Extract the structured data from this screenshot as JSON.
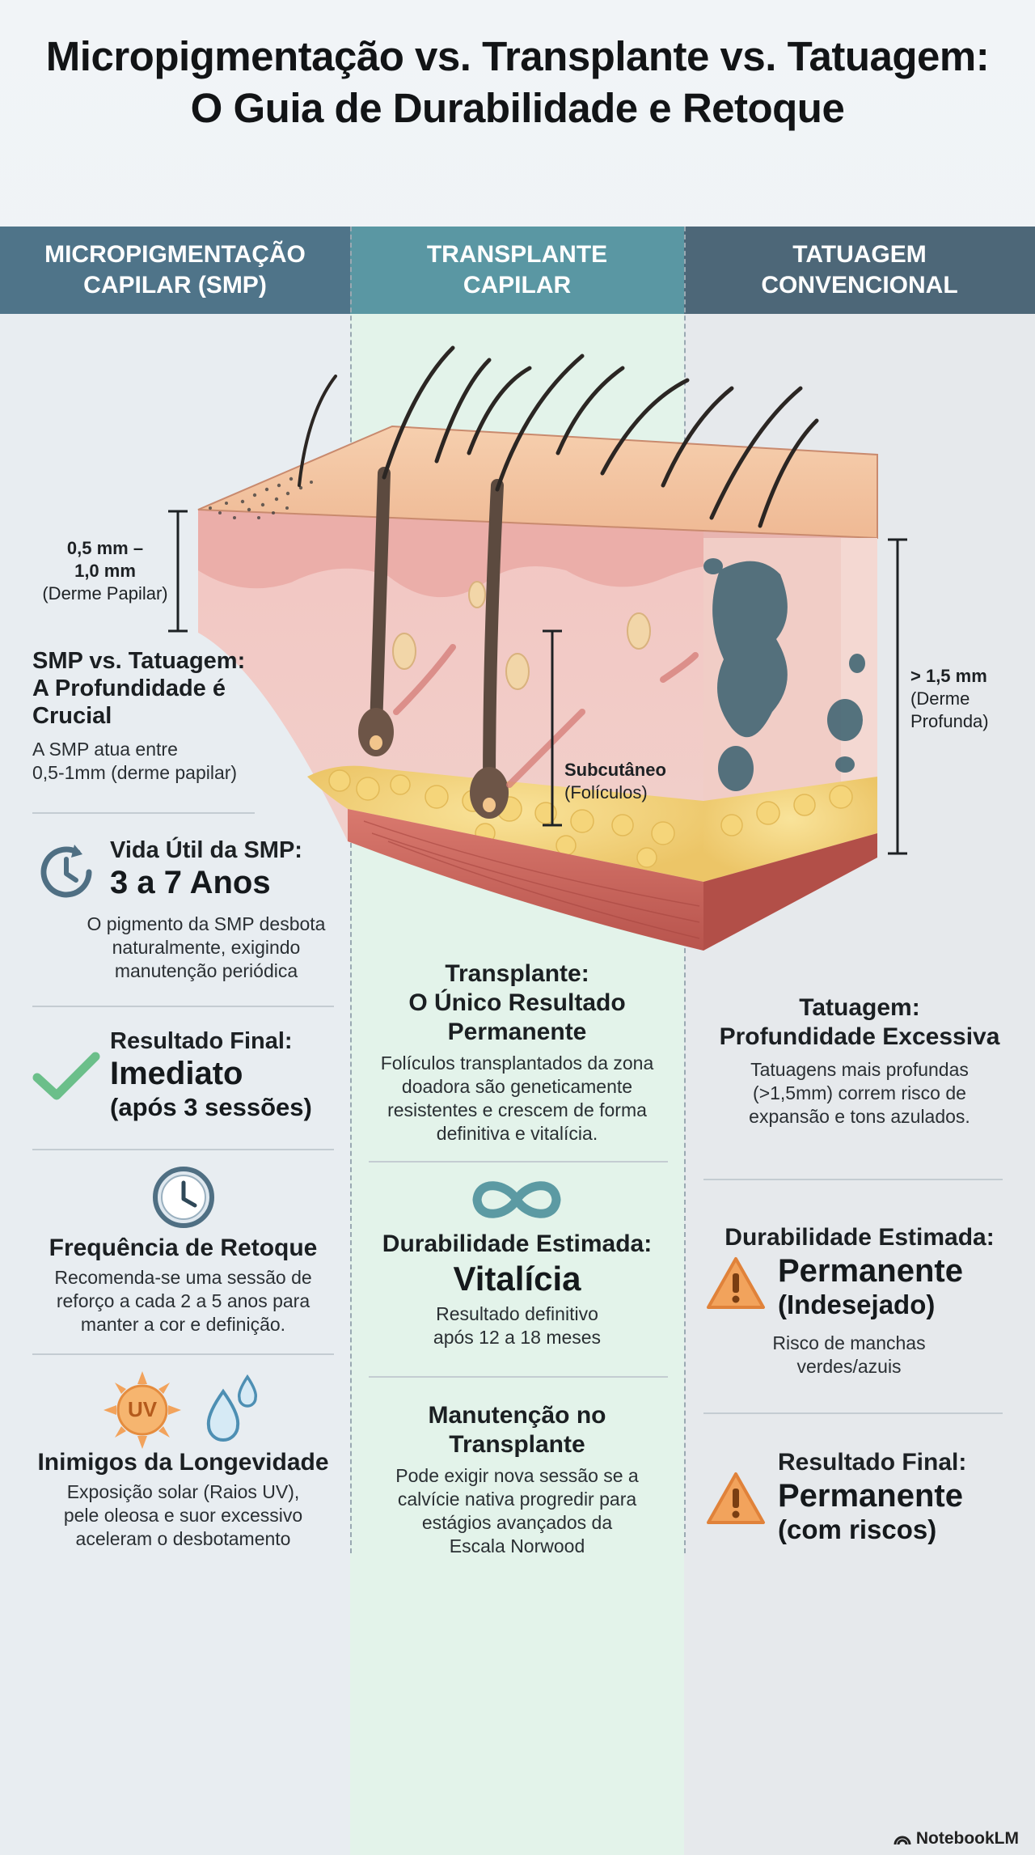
{
  "title": {
    "line1": "Micropigmentação vs. Transplante vs. Tatuagem:",
    "line2": "O Guia de Durabilidade e Retoque"
  },
  "headers": {
    "smp": {
      "line1": "MICROPIGMENTAÇÃO",
      "line2": "CAPILAR (SMP)"
    },
    "transplant": {
      "line1": "TRANSPLANTE",
      "line2": "CAPILAR"
    },
    "tattoo": {
      "line1": "TATUAGEM",
      "line2": "CONVENCIONAL"
    }
  },
  "diagram": {
    "smp_depth": {
      "line1": "0,5 mm –",
      "line2": "1,0 mm",
      "line3": "(Derme Papilar)"
    },
    "transplant_depth": {
      "line1": "Subcutâneo",
      "line2": "(Folículos)"
    },
    "tattoo_depth": {
      "line1": "> 1,5 mm",
      "line2": "(Derme",
      "line3": "Profunda)"
    }
  },
  "smp": {
    "depth_section": {
      "title_l1": "SMP vs. Tatuagem:",
      "title_l2": "A Profundidade é",
      "title_l3": "Crucial",
      "text_l1": "A SMP atua entre",
      "text_l2": "0,5-1mm (derme papilar)"
    },
    "lifespan": {
      "label": "Vida Útil da SMP:",
      "value": "3 a 7 Anos",
      "text_l1": "O pigmento da SMP desbota",
      "text_l2": "naturalmente, exigindo",
      "text_l3": "manutenção periódica"
    },
    "result": {
      "label": "Resultado Final:",
      "value": "Imediato",
      "sub": "(após 3 sessões)"
    },
    "retouch": {
      "title": "Frequência de Retoque",
      "text_l1": "Recomenda-se uma sessão de",
      "text_l2": "reforço a cada 2 a 5 anos para",
      "text_l3": "manter a cor e definição."
    },
    "enemies": {
      "uv_badge": "UV",
      "title": "Inimigos da Longevidade",
      "text_l1": "Exposição solar (Raios UV),",
      "text_l2": "pele oleosa e suor excessivo",
      "text_l3": "aceleram o desbotamento"
    }
  },
  "transplant": {
    "permanent": {
      "title_l1": "Transplante:",
      "title_l2": "O Único Resultado",
      "title_l3": "Permanente",
      "text_l1": "Folículos transplantados da zona",
      "text_l2": "doadora são geneticamente",
      "text_l3": "resistentes e crescem de forma",
      "text_l4": "definitiva e vitalícia."
    },
    "durability": {
      "label": "Durabilidade Estimada:",
      "value": "Vitalícia",
      "text_l1": "Resultado definitivo",
      "text_l2": "após 12 a 18 meses"
    },
    "maintenance": {
      "title_l1": "Manutenção no",
      "title_l2": "Transplante",
      "text_l1": "Pode exigir nova sessão se a",
      "text_l2": "calvície nativa progredir para",
      "text_l3": "estágios avançados da",
      "text_l4": "Escala Norwood"
    }
  },
  "tattoo": {
    "depth": {
      "title_l1": "Tatuagem:",
      "title_l2": "Profundidade Excessiva",
      "text_l1": "Tatuagens mais profundas",
      "text_l2": "(>1,5mm) correm risco de",
      "text_l3": "expansão e tons azulados."
    },
    "durability": {
      "label": "Durabilidade Estimada:",
      "value": "Permanente",
      "sub": "(Indesejado)",
      "text_l1": "Risco de manchas",
      "text_l2": "verdes/azuis"
    },
    "result": {
      "label": "Resultado Final:",
      "value": "Permanente",
      "sub": "(com riscos)"
    }
  },
  "footer": {
    "brand": "NotebookLM"
  },
  "colors": {
    "header_smp": "#4f7489",
    "header_transplant": "#5a97a3",
    "header_tattoo": "#4d6778",
    "transplant_column_bg": "#e3f3ea",
    "check_green": "#6bbf8a",
    "warning_orange": "#f2a35c",
    "infinity_teal": "#5c9aa3"
  }
}
